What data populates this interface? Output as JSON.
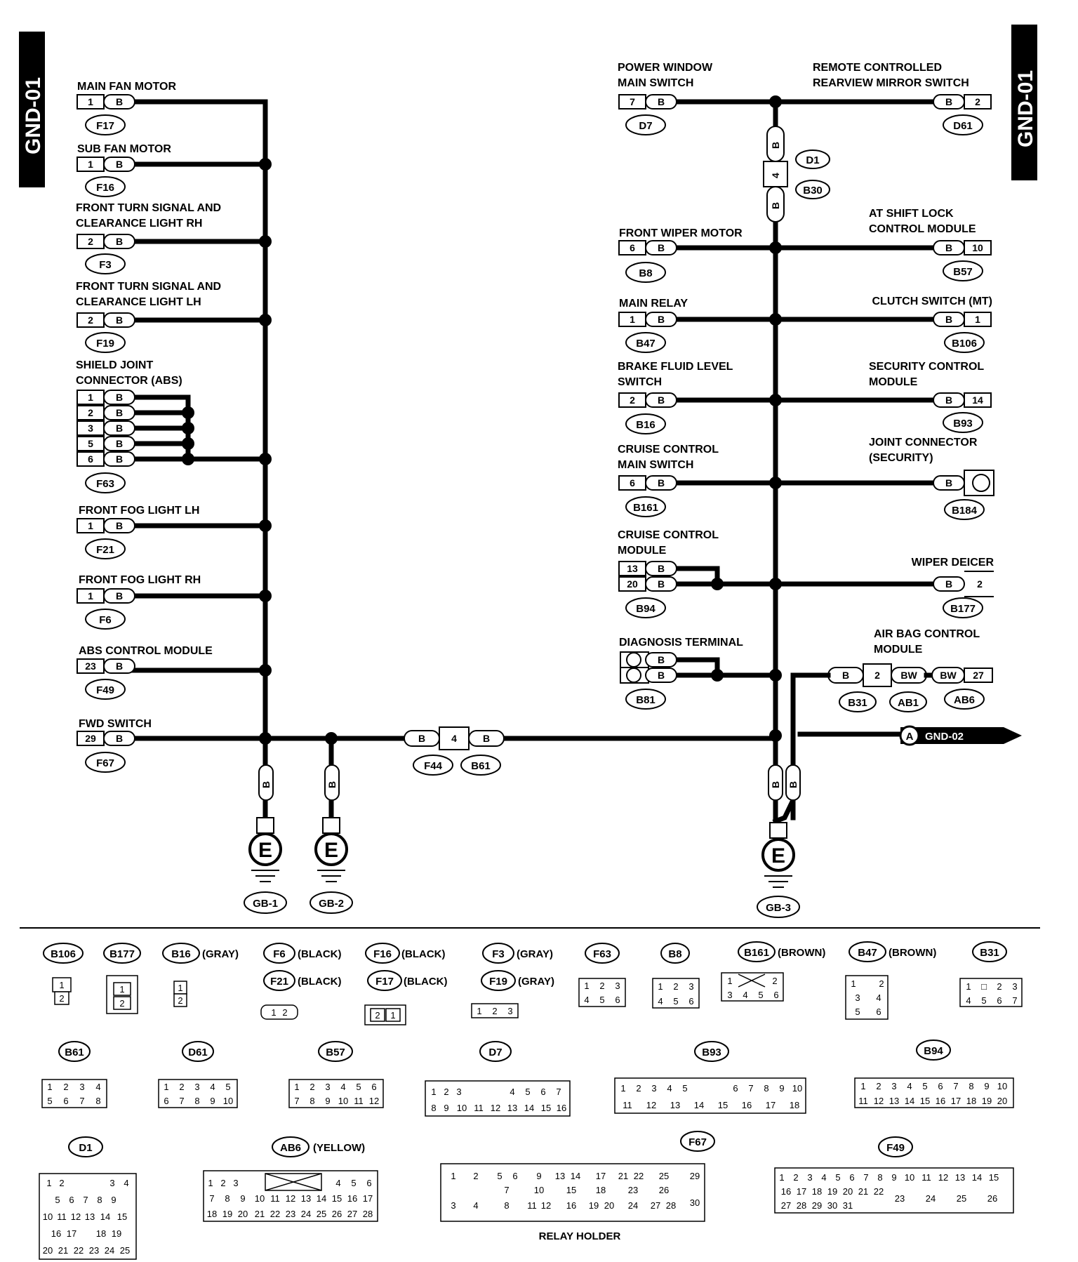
{
  "page_tags": {
    "left": "GND-01",
    "right": "GND-01"
  },
  "left_components": [
    {
      "name": "MAIN FAN MOTOR",
      "pin": "1",
      "wire": "B",
      "connector": "F17"
    },
    {
      "name": "SUB FAN MOTOR",
      "pin": "1",
      "wire": "B",
      "connector": "F16"
    },
    {
      "name": "FRONT TURN SIGNAL AND CLEARANCE LIGHT RH",
      "pin": "2",
      "wire": "B",
      "connector": "F3"
    },
    {
      "name": "FRONT TURN SIGNAL AND CLEARANCE LIGHT LH",
      "pin": "2",
      "wire": "B",
      "connector": "F19"
    },
    {
      "name": "SHIELD JOINT CONNECTOR (ABS)",
      "pins": [
        "1",
        "2",
        "3",
        "5",
        "6"
      ],
      "wire": "B",
      "connector": "F63"
    },
    {
      "name": "FRONT FOG LIGHT LH",
      "pin": "1",
      "wire": "B",
      "connector": "F21"
    },
    {
      "name": "FRONT FOG LIGHT RH",
      "pin": "1",
      "wire": "B",
      "connector": "F6"
    },
    {
      "name": "ABS CONTROL MODULE",
      "pin": "23",
      "wire": "B",
      "connector": "F49"
    },
    {
      "name": "FWD SWITCH",
      "pin": "29",
      "wire": "B",
      "connector": "F67"
    }
  ],
  "right_left_components": [
    {
      "name": "POWER WINDOW MAIN SWITCH",
      "pin": "7",
      "wire": "B",
      "connector": "D7"
    },
    {
      "name": "FRONT WIPER MOTOR",
      "pin": "6",
      "wire": "B",
      "connector": "B8"
    },
    {
      "name": "MAIN RELAY",
      "pin": "1",
      "wire": "B",
      "connector": "B47"
    },
    {
      "name": "BRAKE FLUID LEVEL SWITCH",
      "pin": "2",
      "wire": "B",
      "connector": "B16"
    },
    {
      "name": "CRUISE CONTROL MAIN SWITCH",
      "pin": "6",
      "wire": "B",
      "connector": "B161"
    },
    {
      "name": "CRUISE CONTROL MODULE",
      "pins": [
        "13",
        "20"
      ],
      "wire": "B",
      "connector": "B94"
    },
    {
      "name": "DIAGNOSIS TERMINAL",
      "wire": "B",
      "connector": "B81"
    }
  ],
  "right_right_components": [
    {
      "name": "REMOTE CONTROLLED REARVIEW MIRROR SWITCH",
      "pin": "2",
      "wire": "B",
      "connector": "D61"
    },
    {
      "name": "AT SHIFT LOCK CONTROL MODULE",
      "pin": "10",
      "wire": "B",
      "connector": "B57"
    },
    {
      "name": "CLUTCH SWITCH (MT)",
      "pin": "1",
      "wire": "B",
      "connector": "B106"
    },
    {
      "name": "SECURITY CONTROL MODULE",
      "pin": "14",
      "wire": "B",
      "connector": "B93"
    },
    {
      "name": "JOINT CONNECTOR (SECURITY)",
      "wire": "B",
      "connector": "B184"
    },
    {
      "name": "WIPER DEICER",
      "pin": "2",
      "wire": "B",
      "connector": "B177"
    },
    {
      "name": "AIR BAG CONTROL MODULE",
      "pin": "27",
      "wire": "BW",
      "connector": "AB6"
    }
  ],
  "inline_connectors": {
    "d1_b30": {
      "pin": "4",
      "wire": "B",
      "labels": [
        "D1",
        "B30"
      ]
    },
    "f44_b61": {
      "pin": "4",
      "wire": "B",
      "labels": [
        "F44",
        "B61"
      ]
    },
    "b31_ab1": {
      "pin": "2",
      "wire_left": "B",
      "wire_right": "BW",
      "labels": [
        "B31",
        "AB1"
      ]
    }
  },
  "continuation": {
    "letter": "A",
    "target": "GND-02"
  },
  "grounds": [
    {
      "symbol": "E",
      "label": "GB-1",
      "wire": "B"
    },
    {
      "symbol": "E",
      "label": "GB-2",
      "wire": "B"
    },
    {
      "symbol": "E",
      "label": "GB-3",
      "wire": "B"
    }
  ],
  "legend": {
    "row1": [
      {
        "id": "B106"
      },
      {
        "id": "B177"
      },
      {
        "id": "B16",
        "color": "(GRAY)"
      },
      {
        "id": "F6",
        "color": "(BLACK)"
      },
      {
        "id": "F21",
        "color": "(BLACK)"
      },
      {
        "id": "F16",
        "color": "(BLACK)"
      },
      {
        "id": "F17",
        "color": "(BLACK)"
      },
      {
        "id": "F3",
        "color": "(GRAY)"
      },
      {
        "id": "F19",
        "color": "(GRAY)"
      },
      {
        "id": "F63"
      },
      {
        "id": "B8"
      },
      {
        "id": "B161",
        "color": "(BROWN)"
      },
      {
        "id": "B47",
        "color": "(BROWN)"
      },
      {
        "id": "B31"
      }
    ],
    "row2": [
      {
        "id": "B61"
      },
      {
        "id": "D61"
      },
      {
        "id": "B57"
      },
      {
        "id": "D7"
      },
      {
        "id": "B93"
      },
      {
        "id": "B94"
      }
    ],
    "row3": [
      {
        "id": "D1"
      },
      {
        "id": "AB6",
        "color": "(YELLOW)"
      },
      {
        "id": "F67"
      },
      {
        "id": "F49"
      }
    ],
    "relay_holder": "RELAY HOLDER"
  }
}
